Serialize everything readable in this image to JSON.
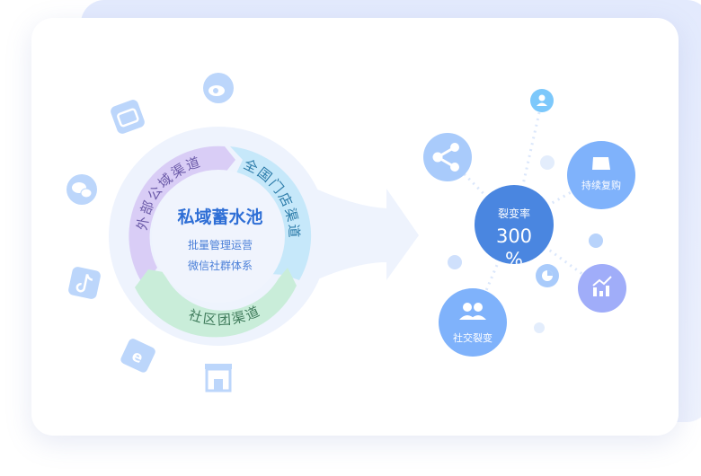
{
  "pool": {
    "title": "私域蓄水池",
    "line1": "批量管理运营",
    "line2": "微信社群体系",
    "segments": {
      "external": "外部公域渠道",
      "stores": "全国门店渠道",
      "community": "社区团渠道"
    }
  },
  "channel_icons": [
    "weibo-icon",
    "bilibili-icon",
    "wechat-icon",
    "tiktok-icon",
    "ie-icon",
    "store-icon"
  ],
  "fission": {
    "label": "裂变率",
    "value": "300",
    "unit": "%",
    "repurchase": "持续复购",
    "social": "社交裂变"
  },
  "colors": {
    "purple": "#d9cdf6",
    "cyan": "#c6e8fa",
    "green": "#c9edd9",
    "center": "#4a86e0",
    "bubble": "#7fb2fb",
    "chart": "#a0adf9"
  }
}
